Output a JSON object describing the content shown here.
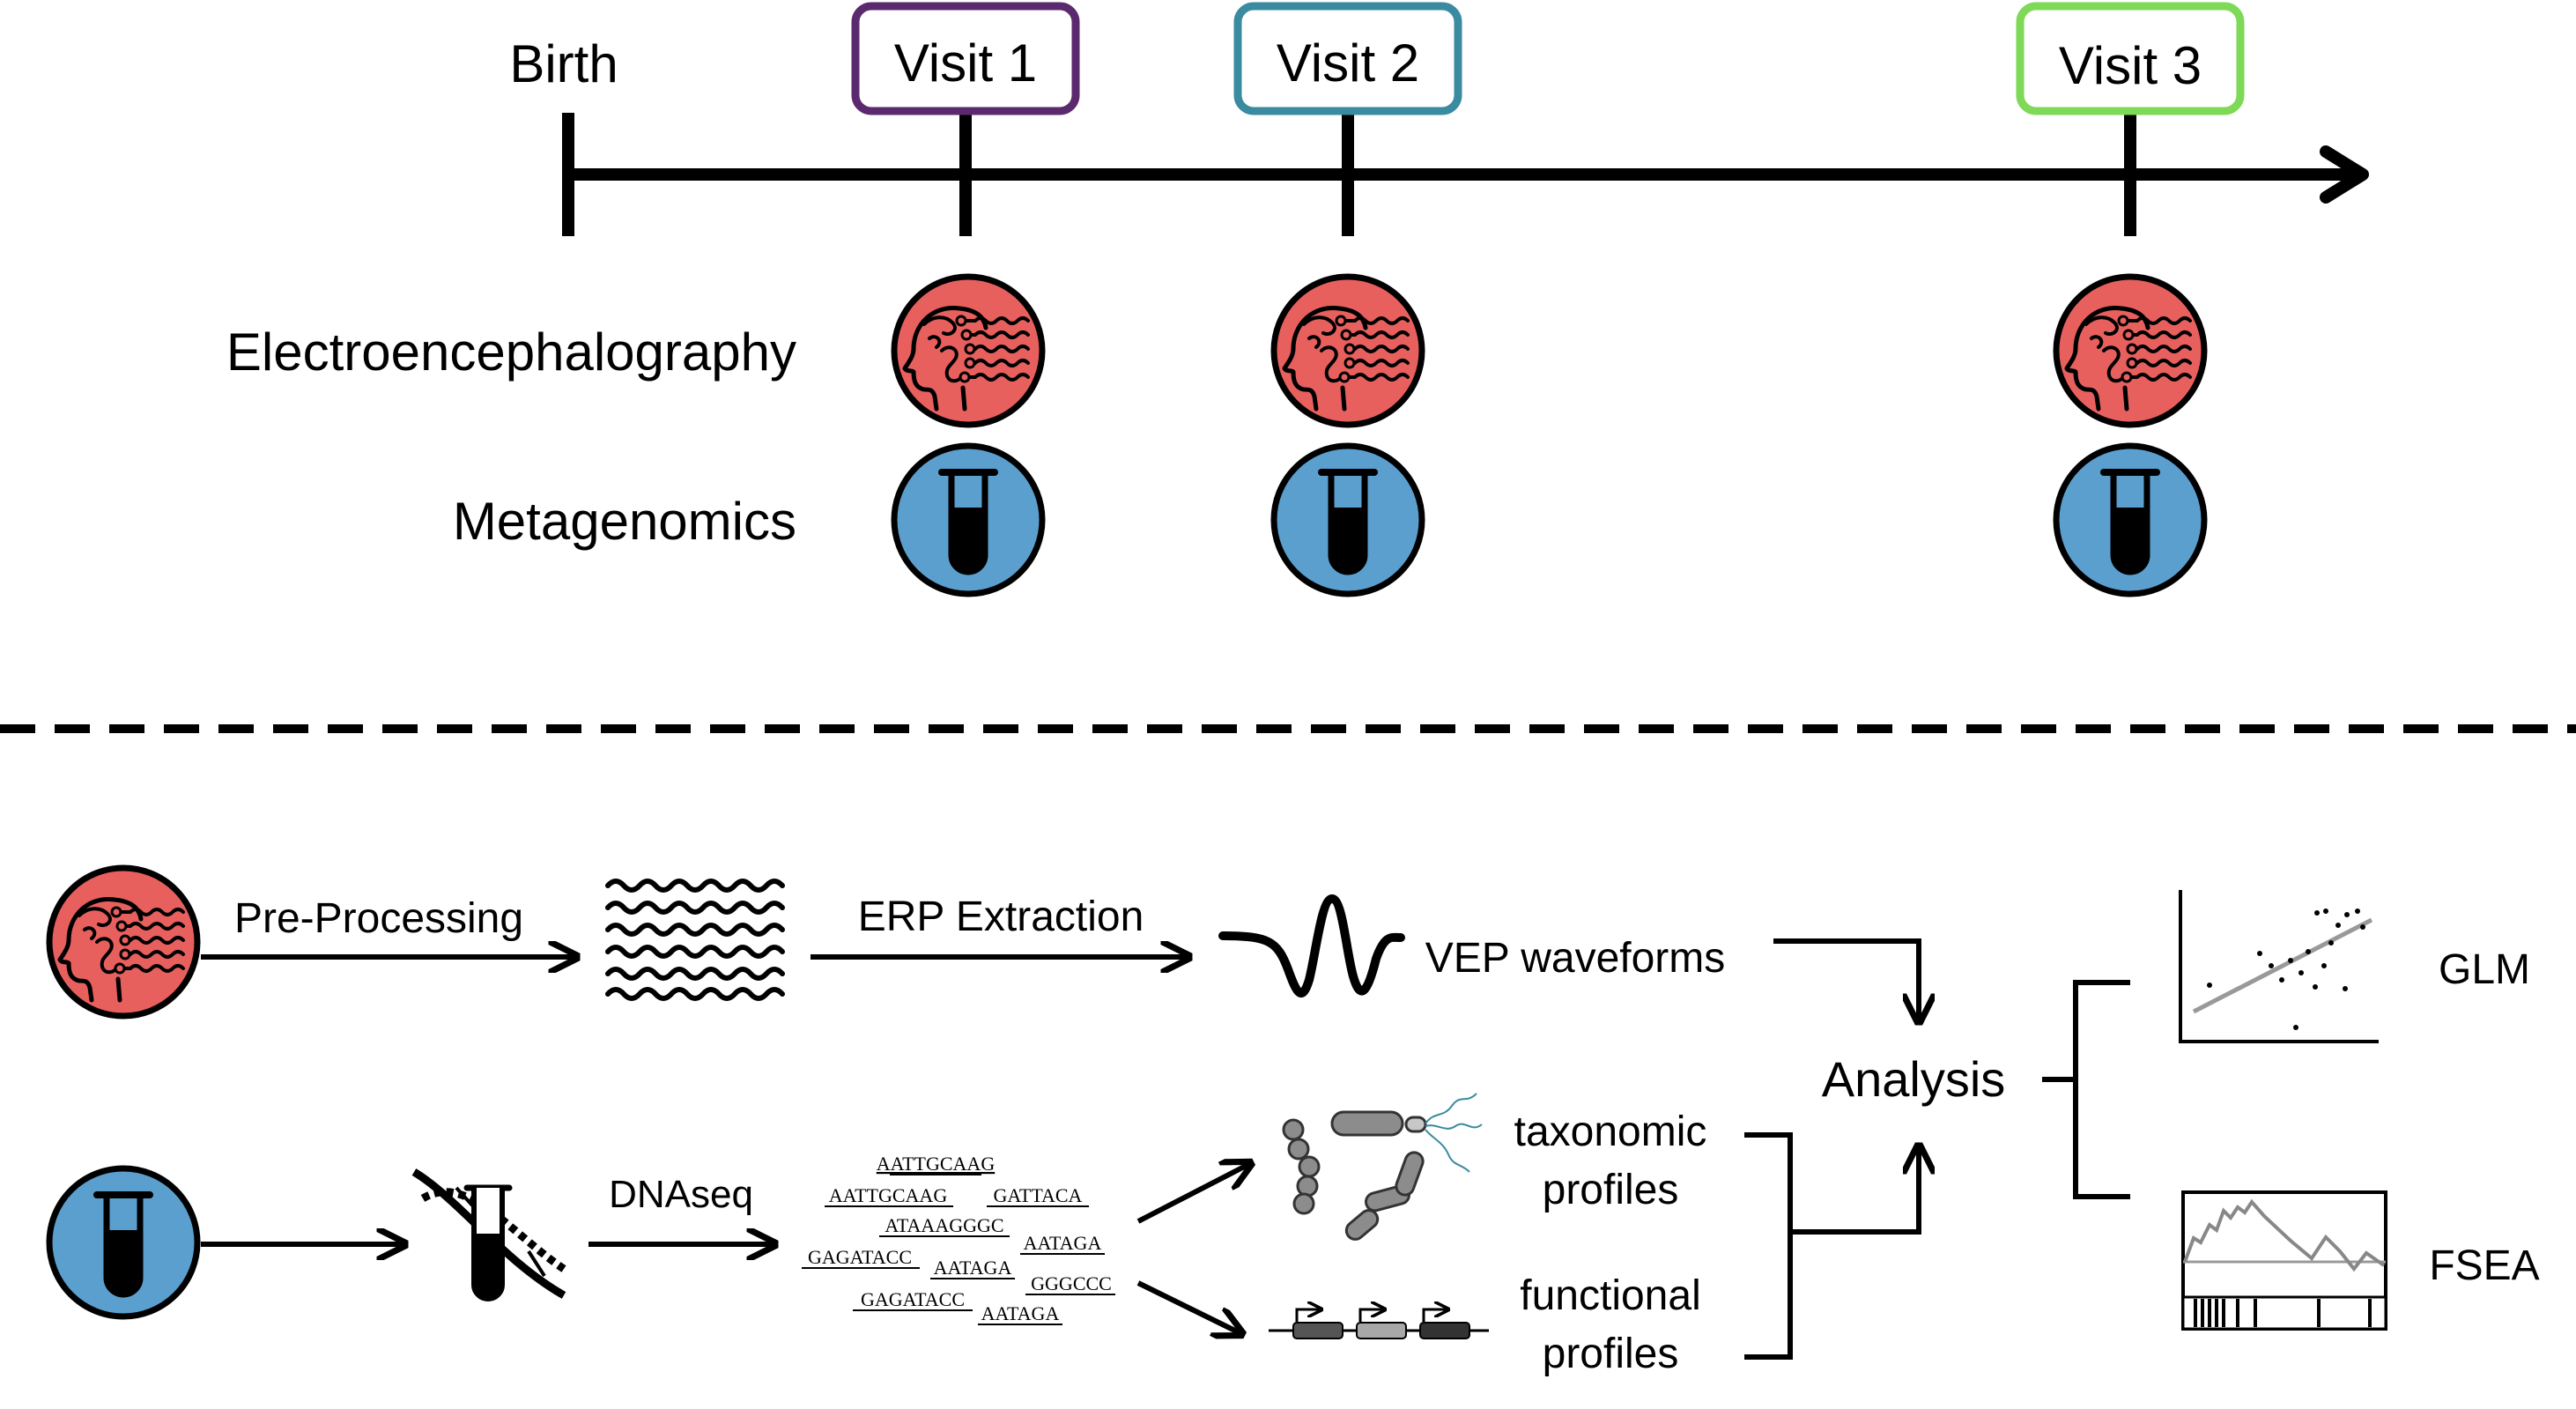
{
  "timeline": {
    "birth_label": "Birth",
    "visits": [
      {
        "label": "Visit 1",
        "color": "#5b2a6e"
      },
      {
        "label": "Visit 2",
        "color": "#3a8aa0"
      },
      {
        "label": "Visit 3",
        "color": "#7ed957"
      }
    ]
  },
  "modalities": {
    "eeg_label": "Electroencephalography",
    "eeg_color": "#e8605e",
    "meta_label": "Metagenomics",
    "meta_color": "#5b9fcf"
  },
  "pipeline": {
    "preprocessing_label": "Pre-Processing",
    "erp_label": "ERP Extraction",
    "vep_label": "VEP waveforms",
    "dnaseq_label": "DNAseq",
    "taxonomic_line1": "taxonomic",
    "taxonomic_line2": "profiles",
    "functional_line1": "functional",
    "functional_line2": "profiles",
    "analysis_label": "Analysis",
    "glm_label": "GLM",
    "fsea_label": "FSEA",
    "sequences": [
      "AATTGCAAG",
      "AATTGCAAG",
      "GATTACA",
      "ATAAAGGGC",
      "AATAGA",
      "GAGATACC",
      "AATAGA",
      "GGGCCC",
      "GAGATACC",
      "AATAGA"
    ]
  },
  "icons": {
    "eeg": "head-with-electrodes-icon",
    "tube": "test-tube-icon",
    "dna": "dna-helix-icon",
    "bacteria": "bacteria-icon",
    "genes": "gene-arrows-icon",
    "scatter": "scatter-plot-icon",
    "enrichment": "enrichment-plot-icon",
    "waveform": "waveform-icon",
    "eeg_traces": "eeg-traces-icon"
  }
}
